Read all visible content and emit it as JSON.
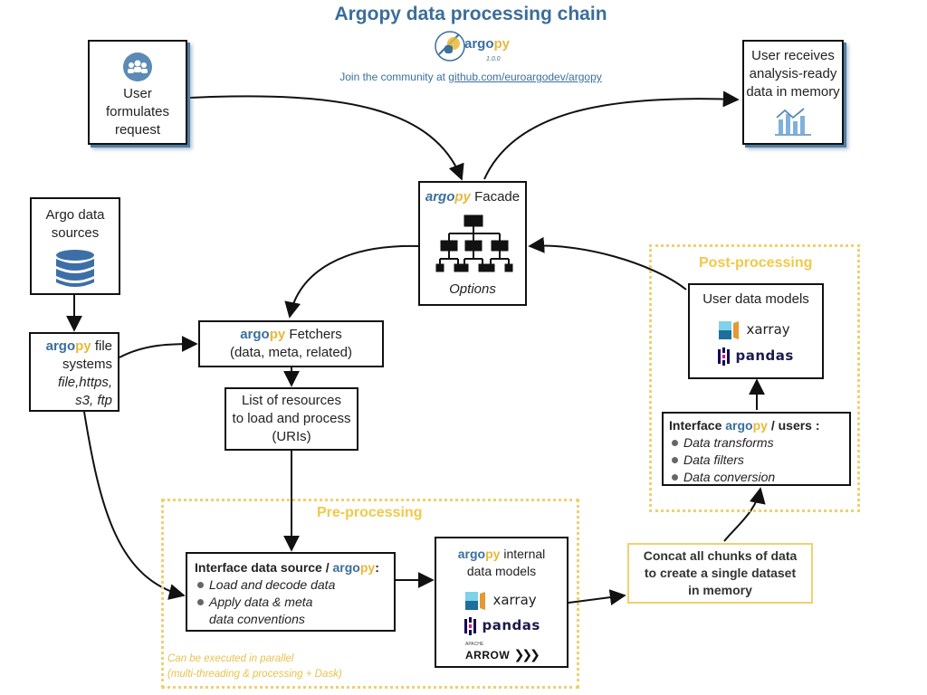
{
  "header": {
    "title": "Argopy data processing chain",
    "logo_word_a": "argo",
    "logo_word_p": "py",
    "logo_version": "1.0.0",
    "community_prefix": "Join the community at ",
    "community_link": "github.com/euroargodev/argopy"
  },
  "brand": {
    "argo": "argo",
    "py": "py"
  },
  "user_request": {
    "text1": "User",
    "text2": "formulates",
    "text3": "request"
  },
  "user_receives": {
    "text1": "User receives",
    "text2": "analysis-ready",
    "text3": "data in memory"
  },
  "facade": {
    "label": "Facade",
    "options": "Options"
  },
  "argo_sources": {
    "text1": "Argo data",
    "text2": "sources"
  },
  "file_systems": {
    "label": "file",
    "label2": "systems",
    "protocols1": "file,https,",
    "protocols2": "s3, ftp"
  },
  "fetchers": {
    "label": "Fetchers",
    "sub": "(data, meta, related)"
  },
  "resources": {
    "text1": "List of resources",
    "text2": "to load and process",
    "text3": "(URIs)"
  },
  "preprocessing": {
    "title": "Pre-processing",
    "note1": "Can be executed in parallel",
    "note2": "(multi-threading & processing + Dask)",
    "interface_title": "Interface data source / ",
    "interface_colon": ":",
    "items": [
      "Load and decode data",
      "Apply data & meta",
      "data conventions"
    ]
  },
  "internal_models": {
    "label1": "internal",
    "label2": "data models",
    "libs": {
      "xarray": "xarray",
      "pandas": "pandas",
      "arrow": "ARROW",
      "arrow_small": "APACHE"
    }
  },
  "concat": {
    "text1": "Concat all chunks of data",
    "text2": "to create a single dataset",
    "text3": "in memory"
  },
  "postprocessing": {
    "title": "Post-processing",
    "models_title": "User data models",
    "interface_prefix": "Interface ",
    "interface_suffix": " / users :",
    "items": [
      "Data transforms",
      "Data filters",
      "Data conversion"
    ],
    "libs": {
      "xarray": "xarray",
      "pandas": "pandas"
    }
  },
  "colors": {
    "title": "#3b6d9a",
    "argo": "#3a6f9e",
    "py": "#e8b93a",
    "yellow_border": "#f0d070",
    "shadow": "#4f7ca0"
  }
}
